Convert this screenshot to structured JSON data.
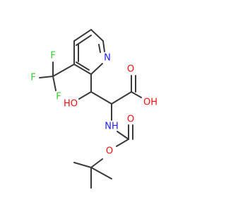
{
  "molecule": {
    "atoms": [
      {
        "id": "N",
        "label": "N",
        "color": "#2020ff"
      },
      {
        "id": "F1",
        "label": "F",
        "color": "#33cc33"
      },
      {
        "id": "F2",
        "label": "F",
        "color": "#33cc33"
      },
      {
        "id": "F3",
        "label": "F",
        "color": "#33cc33"
      },
      {
        "id": "O",
        "label": "O",
        "color": "#ff0d0d"
      },
      {
        "id": "OH_acid",
        "label": "OH",
        "color": "#ff0d0d"
      },
      {
        "id": "HO",
        "label": "HO",
        "color": "#ff0d0d"
      },
      {
        "id": "NH",
        "label": "NH",
        "color": "#2020ff"
      },
      {
        "id": "O_carb",
        "label": "O",
        "color": "#ff0d0d"
      },
      {
        "id": "O_ester",
        "label": "O",
        "color": "#ff0d0d"
      }
    ],
    "bond_color": "#3a3a3a"
  }
}
